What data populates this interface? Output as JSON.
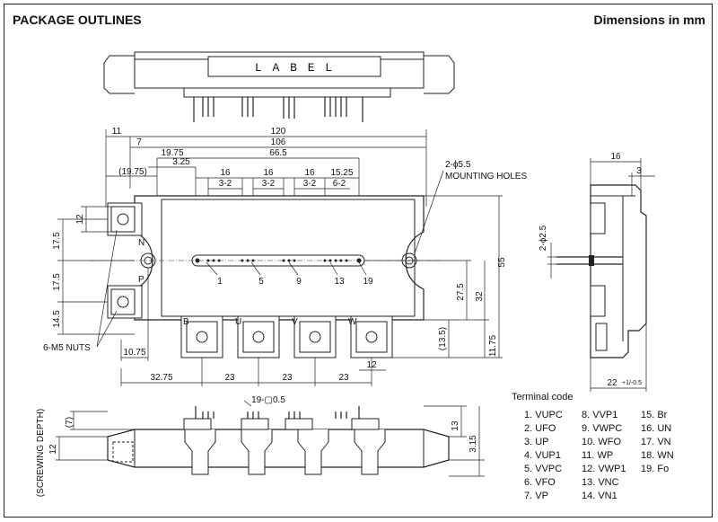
{
  "header": {
    "title": "PACKAGE OUTLINES",
    "units": "Dimensions in mm"
  },
  "label_text": "L A B E L",
  "dims": {
    "d120": "120",
    "d106": "106",
    "d11": "11",
    "d7": "7",
    "d19_75": "19.75",
    "d19_75p": "(19.75)",
    "d66_5": "66.5",
    "d3_25": "3.25",
    "d16a": "16",
    "d16b": "16",
    "d16c": "16",
    "d15_25": "15.25",
    "d3_2a": "3-2",
    "d3_2b": "3-2",
    "d3_2c": "3-2",
    "d6_2": "6-2",
    "d12": "12",
    "d17_5a": "17.5",
    "d17_5b": "17.5",
    "d14_5": "14.5",
    "d55": "55",
    "d27_5": "27.5",
    "d32": "32",
    "d13_5p": "(13.5)",
    "d11_75": "11.75",
    "d10_75": "10.75",
    "d32_75": "32.75",
    "d23a": "23",
    "d23b": "23",
    "d23c": "23",
    "d12b": "12",
    "d16s": "16",
    "d3s": "3",
    "d2phi2_5": "2-ϕ2.5",
    "d22": "22",
    "d22tol": "+1/-0.5",
    "d19_0_5": "19-▢0.5",
    "d7p": "(7)",
    "d12c": "12",
    "d13": "13",
    "d3_15": "3.15"
  },
  "labels": {
    "mounting_count": "2-ϕ5.5",
    "mounting_holes": "MOUNTING HOLES",
    "nuts": "6-M5 NUTS",
    "screwing_depth": "(SCREWING DEPTH)",
    "pin1": "1",
    "pin5": "5",
    "pin9": "9",
    "pin13": "13",
    "pin19": "19",
    "tB": "B",
    "tU": "U",
    "tV": "V",
    "tW": "W",
    "tN": "N",
    "tP": "P"
  },
  "terminal_code": {
    "title": "Terminal code",
    "items": [
      "1. VUPC",
      "8. VVP1",
      "15. Br",
      "2. UFO",
      "9. VWPC",
      "16. UN",
      "3. UP",
      "10. WFO",
      "17. VN",
      "4. VUP1",
      "11. WP",
      "18. WN",
      "5. VVPC",
      "12. VWP1",
      "19. Fo",
      "6. VFO",
      "13. VNC",
      "",
      "7. VP",
      "14. VN1",
      ""
    ]
  }
}
